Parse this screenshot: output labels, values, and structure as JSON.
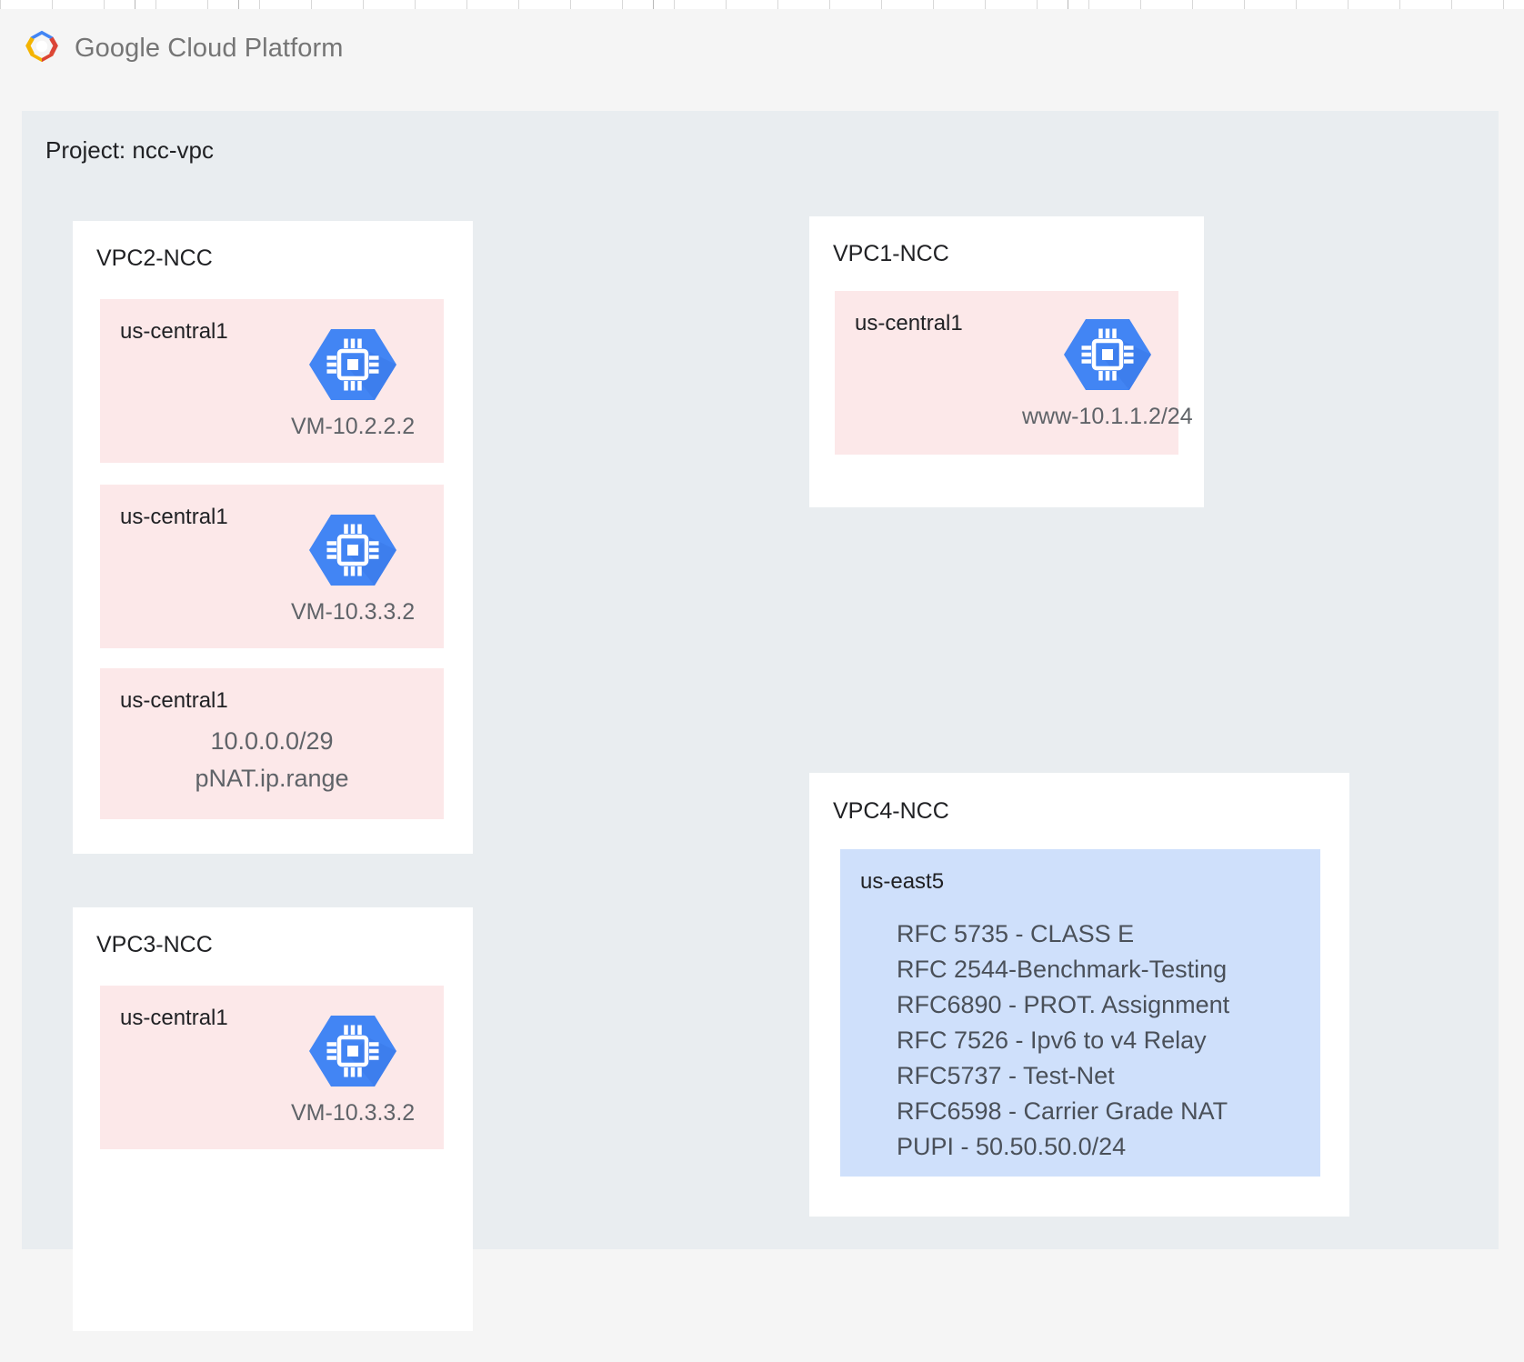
{
  "header": {
    "logo_icon": "google-cloud-platform-logo",
    "brand_google": "Google",
    "brand_cloud_platform": " Cloud Platform"
  },
  "project": {
    "label": "Project: ncc-vpc"
  },
  "colors": {
    "page_background": "#f5f5f5",
    "project_background": "#e9edf0",
    "card_background": "#ffffff",
    "region_pink": "#fce8e9",
    "region_blue": "#cfe0fb",
    "vm_icon_blue": "#4285f4",
    "text_primary": "#202124",
    "text_secondary": "#5f6368"
  },
  "vpcs": {
    "vpc2": {
      "title": "VPC2-NCC",
      "regions": [
        {
          "name": "us-central1",
          "vm_icon": "compute-engine-vm-icon",
          "vm_label": "VM-10.2.2.2"
        },
        {
          "name": "us-central1",
          "vm_icon": "compute-engine-vm-icon",
          "vm_label": "VM-10.3.3.2"
        },
        {
          "name": "us-central1",
          "range_line1": "10.0.0.0/29",
          "range_line2": "pNAT.ip.range"
        }
      ]
    },
    "vpc3": {
      "title": "VPC3-NCC",
      "regions": [
        {
          "name": "us-central1",
          "vm_icon": "compute-engine-vm-icon",
          "vm_label": "VM-10.3.3.2"
        }
      ]
    },
    "vpc1": {
      "title": "VPC1-NCC",
      "regions": [
        {
          "name": "us-central1",
          "vm_icon": "compute-engine-vm-icon",
          "vm_label": "www-10.1.1.2/24"
        }
      ]
    },
    "vpc4": {
      "title": "VPC4-NCC",
      "regions": [
        {
          "name": "us-east5",
          "lines": [
            "RFC 5735 - CLASS E",
            "RFC 2544-Benchmark-Testing",
            "RFC6890 - PROT. Assignment",
            "RFC 7526 - Ipv6 to v4 Relay",
            "RFC5737 - Test-Net",
            "RFC6598 - Carrier Grade NAT",
            "PUPI - 50.50.50.0/24"
          ]
        }
      ]
    }
  }
}
